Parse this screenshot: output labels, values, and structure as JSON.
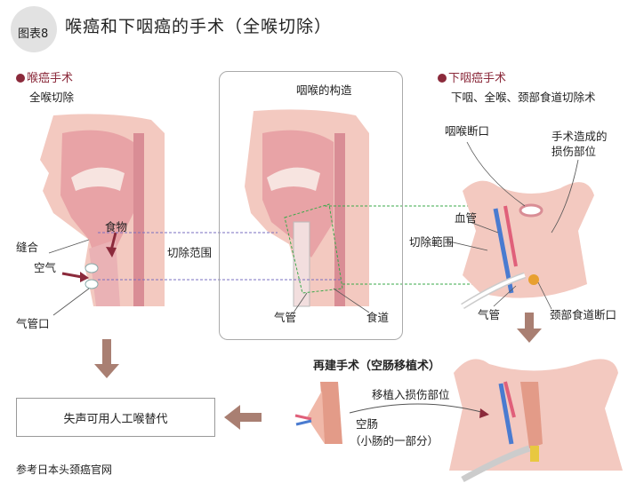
{
  "header": {
    "badge": "图表8",
    "title": "喉癌和下咽癌的手术（全喉切除）"
  },
  "laryngeal": {
    "heading": "喉癌手术",
    "subheading": "全喉切除",
    "labels": {
      "suture": "缝合",
      "air": "空气",
      "food": "食物",
      "stoma": "气管口",
      "resection": "切除范围"
    }
  },
  "structure": {
    "heading": "咽喉的构造",
    "labels": {
      "trachea": "气管",
      "esophagus": "食道"
    }
  },
  "hypopharyngeal": {
    "heading": "下咽癌手术",
    "subheading": "下咽、全喉、颈部食道切除术",
    "labels": {
      "pharynx_stump": "咽喉断口",
      "defect_line1": "手术造成的",
      "defect_line2": "损伤部位",
      "vessel": "血管",
      "resection": "切除範围",
      "trachea": "气管",
      "esophagus_stump": "颈部食道断口"
    }
  },
  "reconstruction": {
    "heading": "再建手术（空肠移植术）",
    "transplant": "移植入损伤部位",
    "jejunum": "空肠",
    "jejunum_note": "（小肠的一部分）"
  },
  "outcome": {
    "text": "失声可用人工喉替代"
  },
  "footer": {
    "source": "参考日本头颈癌官网"
  },
  "colors": {
    "accent": "#8b2a3b",
    "arrow": "#a97f72",
    "skin": "#f3c9c0",
    "tissue": "#e8a3a6",
    "purple_dash": "#7a6fc0",
    "green_dash": "#3aaa4a"
  }
}
